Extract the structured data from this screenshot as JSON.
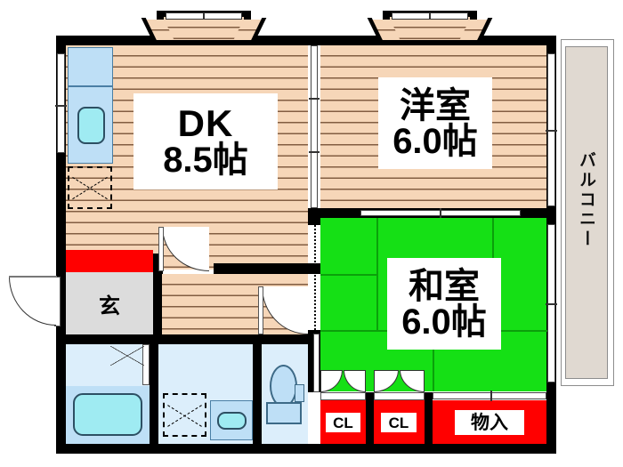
{
  "document": {
    "type": "apartment-floor-plan",
    "layout_name": "2DK"
  },
  "rooms": [
    {
      "id": "dk",
      "name_line1": "DK",
      "name_line2": "8.5帖",
      "size_jo": 8.5,
      "floor": "wood",
      "floor_color": "#F6D6B8"
    },
    {
      "id": "western-room",
      "name_line1": "洋室",
      "name_line2": "6.0帖",
      "size_jo": 6.0,
      "floor": "wood",
      "floor_color": "#F6D6B8"
    },
    {
      "id": "japanese-room",
      "name_line1": "和室",
      "name_line2": "6.0帖",
      "size_jo": 6.0,
      "floor": "tatami",
      "floor_color": "#15E015"
    }
  ],
  "areas": {
    "entrance_label": "玄",
    "balcony_label": "バルコニー",
    "closet_1": "CL",
    "closet_2": "CL",
    "storage": "物入"
  },
  "colors": {
    "wood_floor": "#F6D6B8",
    "tatami": "#15E015",
    "closet_red": "#FF0000",
    "water_area": "#DCEEFB",
    "balcony": "#E0D9D1",
    "wall": "#000000",
    "entrance_tile": "#DCDCDC"
  }
}
